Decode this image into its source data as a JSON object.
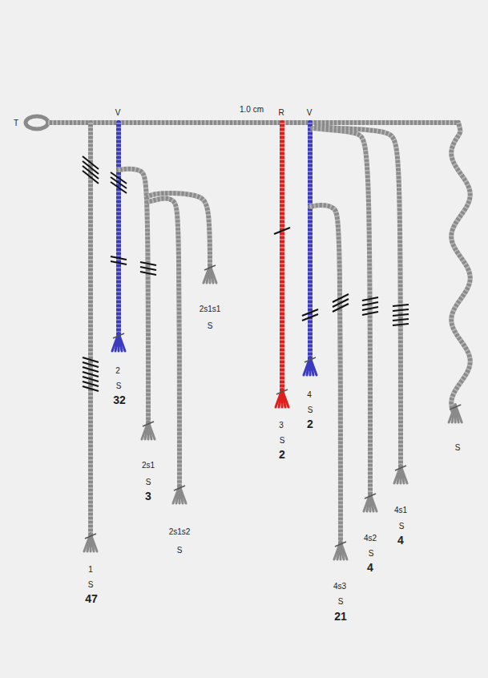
{
  "diagram": {
    "labels": [
      "T",
      "V",
      "1.0 cm",
      "R",
      "V",
      "2s1s1",
      "S",
      "2",
      "S",
      "32",
      "4",
      "S",
      "2",
      "3",
      "S",
      "2",
      "S",
      "2s1",
      "S",
      "3",
      "4s1",
      "S",
      "4",
      "2s1s2",
      "S",
      "4s2",
      "S",
      "4",
      "1",
      "S",
      "47",
      "4s3",
      "S",
      "21"
    ]
  }
}
